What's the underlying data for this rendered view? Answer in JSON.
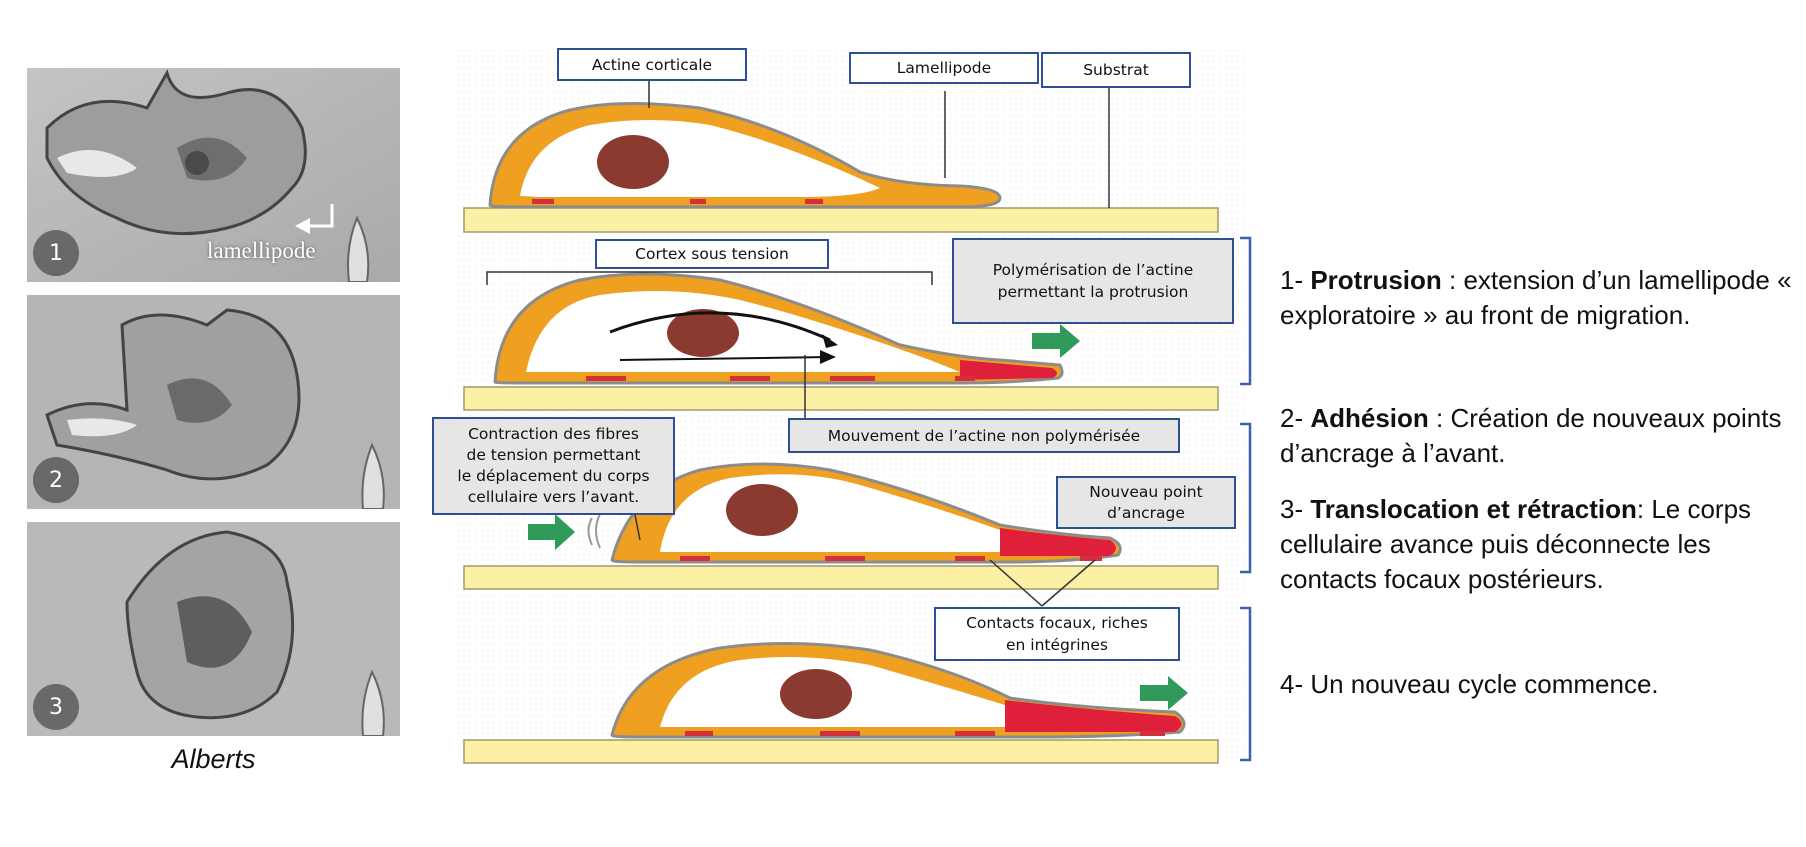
{
  "photos": [
    {
      "number": "1",
      "label": "lamellipode"
    },
    {
      "number": "2"
    },
    {
      "number": "3"
    }
  ],
  "credit": "Alberts",
  "labels": {
    "actine_corticale": "Actine corticale",
    "lamellipode": "Lamellipode",
    "substrat": "Substrat",
    "cortex_tension": "Cortex sous tension",
    "polymerisation_l1": "Polymérisation de l’actine",
    "polymerisation_l2": "permettant la protrusion",
    "mouvement": "Mouvement de l’actine non polymérisée",
    "contraction_l1": "Contraction des fibres",
    "contraction_l2": "de tension permettant",
    "contraction_l3": "le déplacement du corps",
    "contraction_l4": "cellulaire vers l’avant.",
    "nouveau_l1": "Nouveau point",
    "nouveau_l2": "d’ancrage",
    "contacts_l1": "Contacts focaux, riches",
    "contacts_l2": "en intégrines"
  },
  "steps": [
    {
      "prefix": "1- ",
      "term": "Protrusion",
      "text": " : extension d’un lamellipode « exploratoire » au front de migration."
    },
    {
      "prefix": "2- ",
      "term": "Adhésion",
      "text": " : Création de nouveaux points d’ancrage à l’avant."
    },
    {
      "prefix": "3- ",
      "term": "Translocation et rétraction",
      "text": ": Le corps cellulaire avance puis déconnecte les contacts focaux postérieurs."
    },
    {
      "prefix": "4- ",
      "term": "",
      "text": "Un nouveau cycle commence."
    }
  ],
  "colors": {
    "cell_membrane": "#8c8c8c",
    "cortex": "#f0a020",
    "nucleus": "#8b3a2f",
    "polymerizing_actin": "#e0203a",
    "substrate": "#fbf0a4",
    "arrow": "#2f9a5a",
    "box_border": "#2f4f95",
    "bracket": "#3a63b0"
  }
}
